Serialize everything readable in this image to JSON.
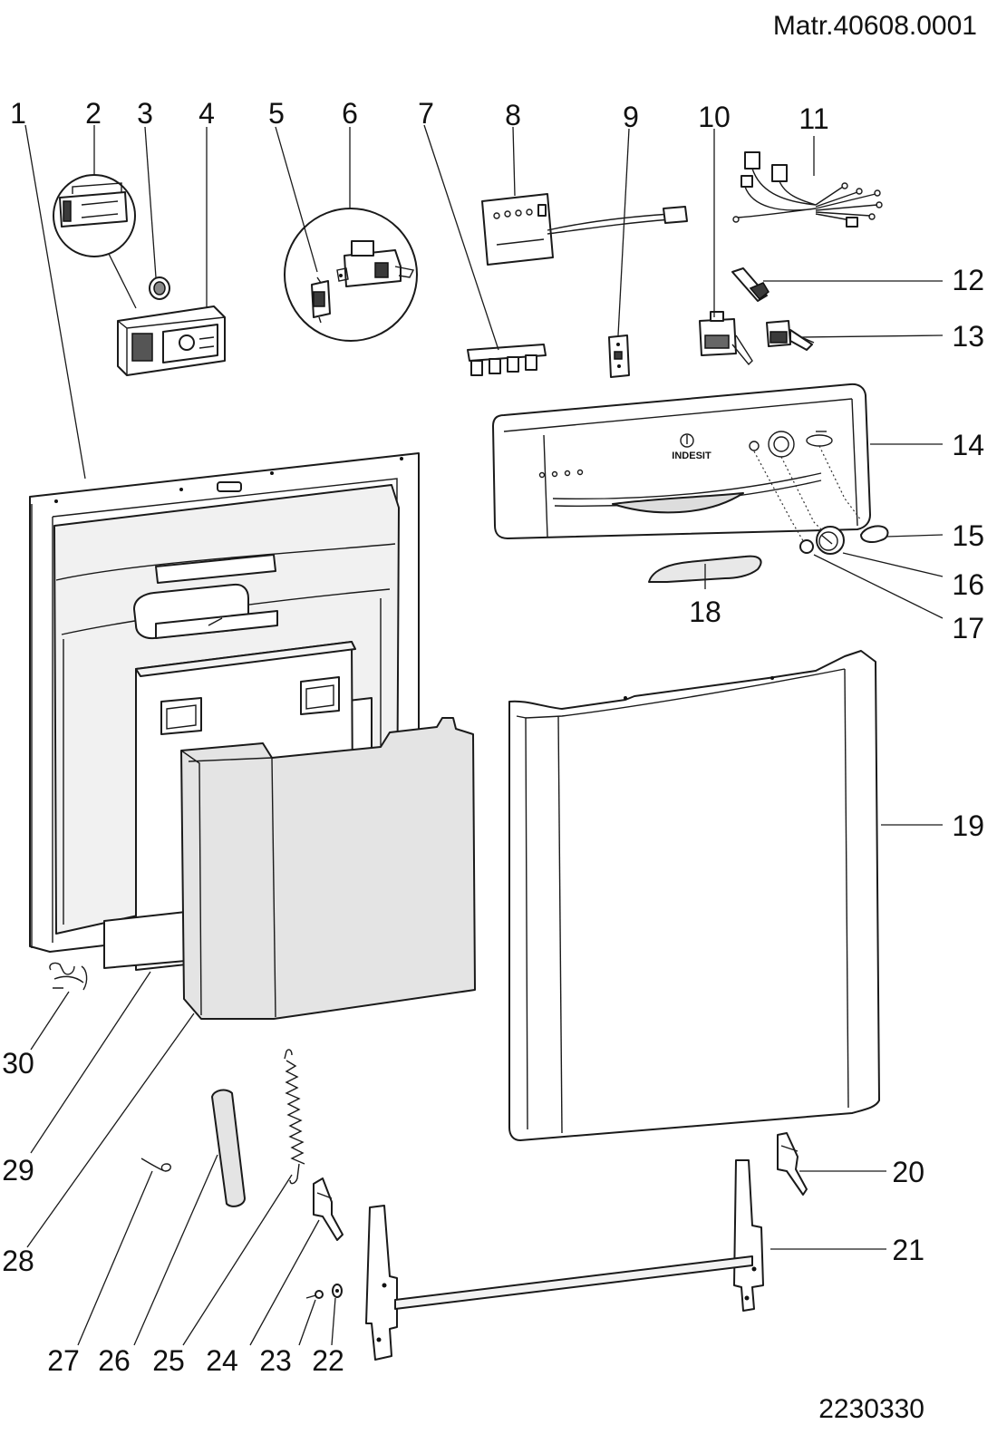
{
  "header": {
    "material_code": "Matr.40608.0001",
    "drawing_number": "2230330"
  },
  "brand_logo": "INDESIT",
  "callouts": [
    {
      "id": 1,
      "label": "1"
    },
    {
      "id": 2,
      "label": "2"
    },
    {
      "id": 3,
      "label": "3"
    },
    {
      "id": 4,
      "label": "4"
    },
    {
      "id": 5,
      "label": "5"
    },
    {
      "id": 6,
      "label": "6"
    },
    {
      "id": 7,
      "label": "7"
    },
    {
      "id": 8,
      "label": "8"
    },
    {
      "id": 9,
      "label": "9"
    },
    {
      "id": 10,
      "label": "10"
    },
    {
      "id": 11,
      "label": "11"
    },
    {
      "id": 12,
      "label": "12"
    },
    {
      "id": 13,
      "label": "13"
    },
    {
      "id": 14,
      "label": "14"
    },
    {
      "id": 15,
      "label": "15"
    },
    {
      "id": 16,
      "label": "16"
    },
    {
      "id": 17,
      "label": "17"
    },
    {
      "id": 18,
      "label": "18"
    },
    {
      "id": 19,
      "label": "19"
    },
    {
      "id": 20,
      "label": "20"
    },
    {
      "id": 21,
      "label": "21"
    },
    {
      "id": 22,
      "label": "22"
    },
    {
      "id": 23,
      "label": "23"
    },
    {
      "id": 24,
      "label": "24"
    },
    {
      "id": 25,
      "label": "25"
    },
    {
      "id": 26,
      "label": "26"
    },
    {
      "id": 27,
      "label": "27"
    },
    {
      "id": 28,
      "label": "28"
    },
    {
      "id": 29,
      "label": "29"
    },
    {
      "id": 30,
      "label": "30"
    }
  ]
}
